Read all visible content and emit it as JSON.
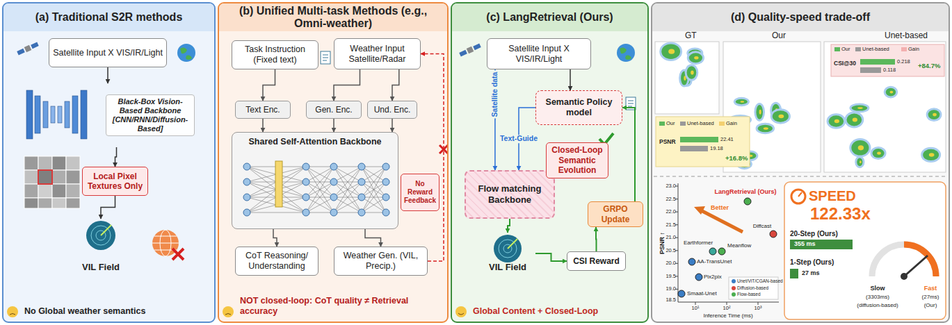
{
  "diagram": {
    "nodes": [
      {
        "text": [
          "(a) Traditional S2R methods",
          "No Global weather semantics"
        ]
      },
      {
        "text": [
          "Satellite Input X VIS/IR/Light"
        ],
        "in": 0
      },
      {
        "text": [
          "Black-Box Vision-Based Backbone [CNN/RNN/Diffusion-Based]"
        ],
        "in": 0
      },
      {
        "text": [
          "Local Pixel Textures Only"
        ],
        "in": 0
      },
      {
        "text": [
          "VIL Field"
        ],
        "in": 0
      },
      {
        "text": [
          "(b) Unified Multi-task Methods (e.g., Omni-weather)",
          "NOT closed-loop: CoT quality ≠ Retrieval accuracy"
        ]
      },
      {
        "text": [
          "Task Instruction (Fixed text)"
        ],
        "in": 5
      },
      {
        "text": [
          "Weather Input Satellite/Radar"
        ],
        "in": 5
      },
      {
        "text": [
          "Text Enc."
        ],
        "in": 5
      },
      {
        "text": [
          "Gen. Enc."
        ],
        "in": 5
      },
      {
        "text": [
          "Und. Enc."
        ],
        "in": 5
      },
      {
        "text": [
          "Shared Self-Attention Backbone"
        ],
        "in": 5
      },
      {
        "text": [
          "CoT Reasoning/ Understanding"
        ],
        "in": 5
      },
      {
        "text": [
          "Weather Gen. (VIL, Precip.)"
        ],
        "in": 5
      },
      {
        "text": [
          "No Reward Feedback"
        ],
        "in": 5
      },
      {
        "text": [
          "(c) LangRetrieval (Ours)",
          "Global Content + Closed-Loop"
        ]
      },
      {
        "text": [
          "Satellite Input X VIS/IR/Light"
        ],
        "in": 15
      },
      {
        "text": [
          "Semantic Policy model"
        ],
        "in": 15
      },
      {
        "text": [
          "Flow matching Backbone"
        ],
        "in": 15
      },
      {
        "text": [
          "Closed-Loop Semantic Evolution"
        ],
        "in": 15
      },
      {
        "text": [
          "GRPO Update"
        ],
        "in": 15
      },
      {
        "text": [
          "VIL Field"
        ],
        "in": 15
      },
      {
        "text": [
          "CSI Reward"
        ],
        "in": 15
      },
      {
        "text": [
          "(d) Quality-speed trade-off"
        ]
      }
    ],
    "edges": [
      {
        "from": 1,
        "to": 2,
        "arrow": "to"
      },
      {
        "from": 2,
        "to": 3,
        "arrow": "to"
      },
      {
        "from": 3,
        "to": 4,
        "arrow": "to"
      },
      {
        "from": 6,
        "to": 8,
        "arrow": "to"
      },
      {
        "from": 7,
        "to": 9,
        "arrow": "to"
      },
      {
        "from": 7,
        "to": 10,
        "arrow": "to"
      },
      {
        "from": 8,
        "to": 11,
        "arrow": "to"
      },
      {
        "from": 9,
        "to": 11,
        "arrow": "to"
      },
      {
        "from": 10,
        "to": 11,
        "arrow": "to"
      },
      {
        "from": 11,
        "to": 12,
        "arrow": "to"
      },
      {
        "from": 11,
        "to": 13,
        "arrow": "to"
      },
      {
        "from": 13,
        "to": 7,
        "arrow": "to"
      },
      {
        "from": 16,
        "to": 17,
        "arrow": "to"
      },
      {
        "from": 16,
        "to": 18,
        "arrow": "to",
        "label": "Satellite data"
      },
      {
        "from": 17,
        "to": 18,
        "arrow": "to",
        "label": "Text-Guide"
      },
      {
        "from": 18,
        "to": 21,
        "arrow": "to"
      },
      {
        "from": 21,
        "to": 22,
        "arrow": "to"
      },
      {
        "from": 22,
        "to": 20,
        "arrow": "to"
      },
      {
        "from": 20,
        "to": 17,
        "arrow": "to"
      }
    ],
    "labels": [
      "GT",
      "Our",
      "Unet-based",
      "Our",
      "Unet-based",
      "Gain",
      "CSI@30",
      "0.218",
      "0.118",
      "+84.7%",
      "Our",
      "Unet-based",
      "Gain",
      "PSNR",
      "22.41",
      "19.18",
      "+16.8%",
      "PSNR ↑",
      "23.0",
      "22.5",
      "22.0",
      "21.5",
      "21.0",
      "20.5",
      "20.0",
      "19.5",
      "19.0",
      "18.5",
      "10¹",
      "10²",
      "10³",
      "Inference Time (ms)",
      "LangRetrieval (Ours)",
      "Diffcast",
      "Earthformer",
      "Meanflow",
      "AA-TransUnet",
      "Pix2pix",
      "Smaat-Unet",
      "Better",
      "SPEED",
      "122.33x",
      "20-Step (Ours)",
      "355 ms",
      "1-Step (Ours)",
      "27 ms",
      "Slow",
      "(3303ms)",
      "(diffusion-based)",
      "Fast",
      "(27ms)",
      "(Our)"
    ],
    "legend": [
      {
        "text": "Unet/ViT/CGAN-based",
        "color": "#3b7dc4"
      },
      {
        "text": "Diffusion-based",
        "color": "#d9473c"
      },
      {
        "text": "Flow-based",
        "color": "#4caf50"
      }
    ]
  }
}
